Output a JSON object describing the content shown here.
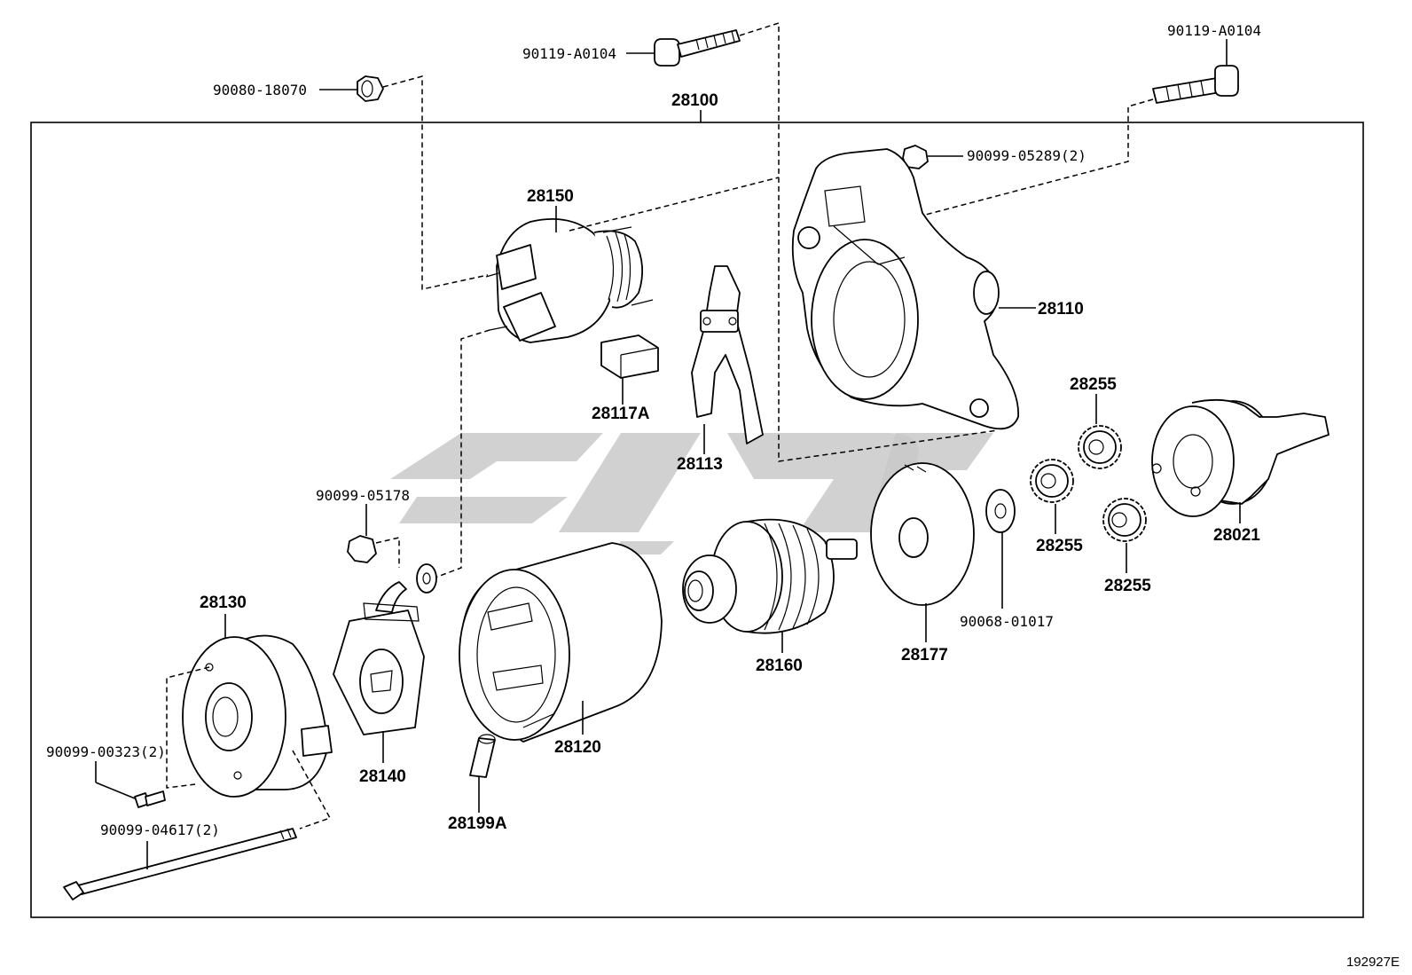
{
  "labels": {
    "p90119_top": "90119-A0104",
    "p90119_right": "90119-A0104",
    "p90080": "90080-18070",
    "p28100": "28100",
    "p90099_05289": "90099-05289(2)",
    "p28150": "28150",
    "p28110": "28110",
    "p28117A": "28117A",
    "p28113": "28113",
    "p28255_a": "28255",
    "p28255_b": "28255",
    "p28255_c": "28255",
    "p28021": "28021",
    "p90099_05178": "90099-05178",
    "p90068": "90068-01017",
    "p28177": "28177",
    "p28160": "28160",
    "p28130": "28130",
    "p28140": "28140",
    "p28120": "28120",
    "p90099_00323": "90099-00323(2)",
    "p28199A": "28199A",
    "p90099_04617": "90099-04617(2)"
  },
  "figure_code": "192927E",
  "colors": {
    "line": "#000000",
    "watermark": "#c9c9c9",
    "background": "#ffffff"
  }
}
